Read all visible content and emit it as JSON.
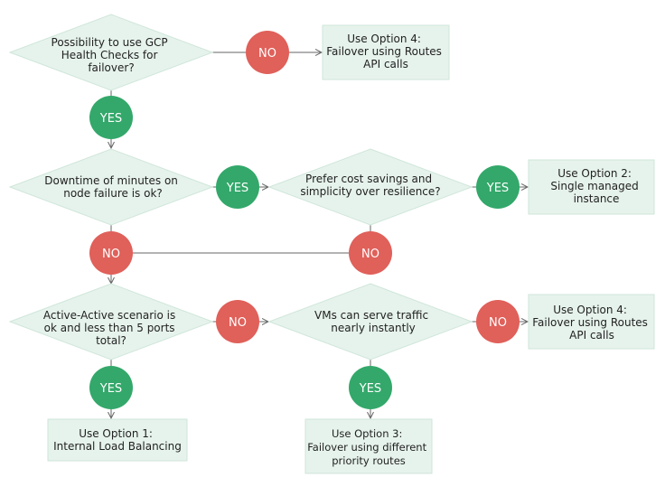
{
  "colors": {
    "yes": "#33a86a",
    "no": "#e0605a",
    "shape_fill": "#e6f3ec",
    "line": "#666666"
  },
  "decisions": {
    "d1": [
      "Possibility to use GCP",
      "Health Checks for",
      "failover?"
    ],
    "d2": [
      "Downtime of minutes on",
      "node failure is ok?"
    ],
    "d3": [
      "Prefer cost savings and",
      "simplicity over resilience?"
    ],
    "d4": [
      "Active-Active scenario is",
      "ok and less than 5 ports",
      "total?"
    ],
    "d5": [
      "VMs can serve traffic",
      "nearly instantly"
    ]
  },
  "badges": {
    "yes": "YES",
    "no": "NO"
  },
  "outcomes": {
    "o1": [
      "Use Option 4:",
      "Failover using Routes",
      "API calls"
    ],
    "o2": [
      "Use Option 2:",
      "Single managed",
      "instance"
    ],
    "o3": [
      "Use Option 4:",
      "Failover using Routes",
      "API calls"
    ],
    "o4": [
      "Use Option 1:",
      "Internal Load Balancing"
    ],
    "o5": [
      "Use Option 3:",
      "Failover using different",
      "priority routes"
    ]
  }
}
